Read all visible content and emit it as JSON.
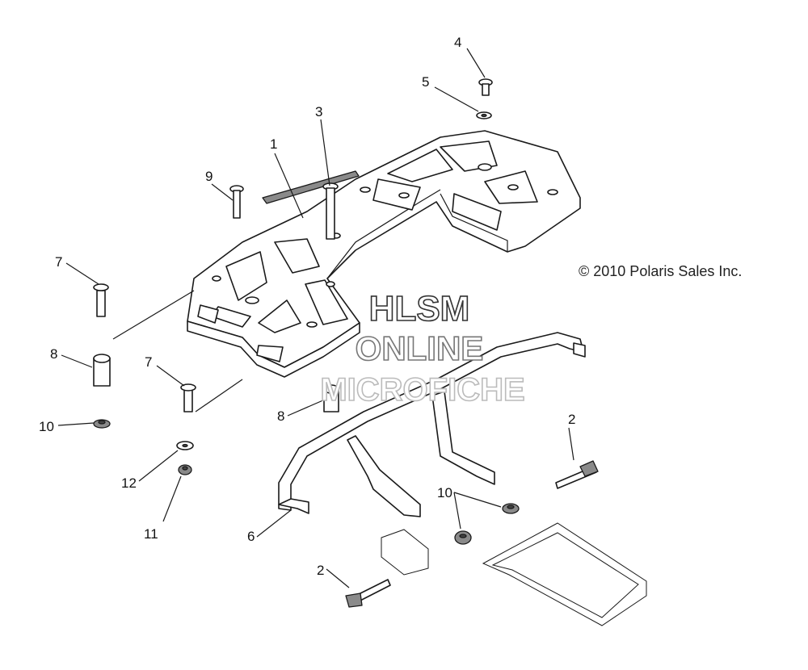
{
  "callouts": [
    {
      "id": "c1",
      "text": "1"
    },
    {
      "id": "c2a",
      "text": "2"
    },
    {
      "id": "c2b",
      "text": "2"
    },
    {
      "id": "c3",
      "text": "3"
    },
    {
      "id": "c4",
      "text": "4"
    },
    {
      "id": "c5",
      "text": "5"
    },
    {
      "id": "c6",
      "text": "6"
    },
    {
      "id": "c7a",
      "text": "7"
    },
    {
      "id": "c7b",
      "text": "7"
    },
    {
      "id": "c8a",
      "text": "8"
    },
    {
      "id": "c8b",
      "text": "8"
    },
    {
      "id": "c9",
      "text": "9"
    },
    {
      "id": "c10a",
      "text": "10"
    },
    {
      "id": "c10b",
      "text": "10"
    },
    {
      "id": "c11",
      "text": "11"
    },
    {
      "id": "c12",
      "text": "12"
    }
  ],
  "copyright": "© 2010 Polaris Sales Inc.",
  "watermark": {
    "line1": "HLSM",
    "line2": "ONLINE",
    "line3": "MICROFICHE",
    "colors": {
      "line1": "#333333",
      "line2": "#777777",
      "line3": "#bbbbbb"
    }
  },
  "colors": {
    "ink": "#1a1a1a",
    "shade": "#8a8a8a"
  }
}
